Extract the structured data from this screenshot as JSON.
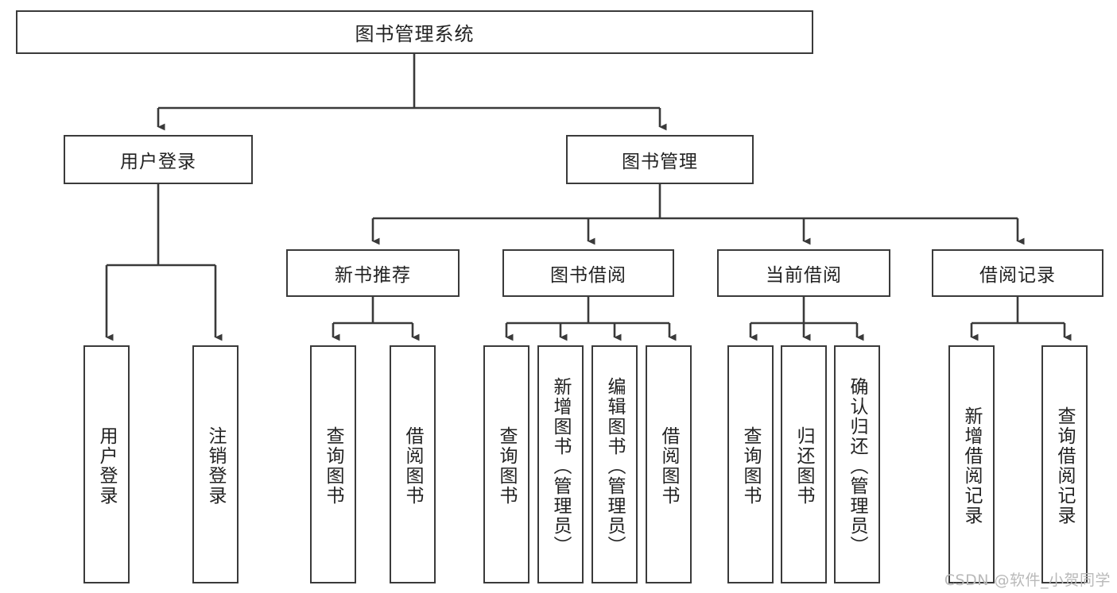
{
  "diagram": {
    "type": "tree",
    "title": "图书管理系统",
    "orientation": "top-down",
    "root": {
      "id": "root",
      "label": "图书管理系统",
      "text_direction": "horizontal"
    },
    "level1": [
      {
        "id": "user-login",
        "label": "用户登录",
        "text_direction": "horizontal"
      },
      {
        "id": "book-manage",
        "label": "图书管理",
        "text_direction": "horizontal"
      }
    ],
    "level2": [
      {
        "id": "new-book-recommend",
        "label": "新书推荐",
        "parent": "book-manage",
        "text_direction": "horizontal"
      },
      {
        "id": "book-borrow",
        "label": "图书借阅",
        "parent": "book-manage",
        "text_direction": "horizontal"
      },
      {
        "id": "current-borrow",
        "label": "当前借阅",
        "parent": "book-manage",
        "text_direction": "horizontal"
      },
      {
        "id": "borrow-record",
        "label": "借阅记录",
        "parent": "book-manage",
        "text_direction": "horizontal"
      }
    ],
    "leaves": [
      {
        "id": "leaf-user-login",
        "label": "用户登录",
        "parent": "user-login",
        "text_direction": "vertical"
      },
      {
        "id": "leaf-user-logout",
        "label": "注销登录",
        "parent": "user-login",
        "text_direction": "vertical"
      },
      {
        "id": "leaf-query-book-1",
        "label": "查询图书",
        "parent": "new-book-recommend",
        "text_direction": "vertical"
      },
      {
        "id": "leaf-borrow-book-1",
        "label": "借阅图书",
        "parent": "new-book-recommend",
        "text_direction": "vertical"
      },
      {
        "id": "leaf-query-book-2",
        "label": "查询图书",
        "parent": "book-borrow",
        "text_direction": "vertical"
      },
      {
        "id": "leaf-add-book",
        "label": "新增图书（管理员）",
        "parent": "book-borrow",
        "text_direction": "vertical"
      },
      {
        "id": "leaf-edit-book",
        "label": "编辑图书（管理员）",
        "parent": "book-borrow",
        "text_direction": "vertical"
      },
      {
        "id": "leaf-borrow-book-2",
        "label": "借阅图书",
        "parent": "book-borrow",
        "text_direction": "vertical"
      },
      {
        "id": "leaf-query-book-3",
        "label": "查询图书",
        "parent": "current-borrow",
        "text_direction": "vertical"
      },
      {
        "id": "leaf-return-book",
        "label": "归还图书",
        "parent": "current-borrow",
        "text_direction": "vertical"
      },
      {
        "id": "leaf-confirm-return",
        "label": "确认归还（管理员）",
        "parent": "current-borrow",
        "text_direction": "vertical"
      },
      {
        "id": "leaf-add-record",
        "label": "新增借阅记录",
        "parent": "borrow-record",
        "text_direction": "vertical"
      },
      {
        "id": "leaf-query-record",
        "label": "查询借阅记录",
        "parent": "borrow-record",
        "text_direction": "vertical"
      }
    ]
  },
  "watermark": {
    "text": "CSDN @软件_小贺同学"
  },
  "colors": {
    "border": "#3a3a3a",
    "text": "#222222",
    "background": "#ffffff",
    "connector": "#3a3a3a",
    "watermark": "#b9b9b9"
  }
}
